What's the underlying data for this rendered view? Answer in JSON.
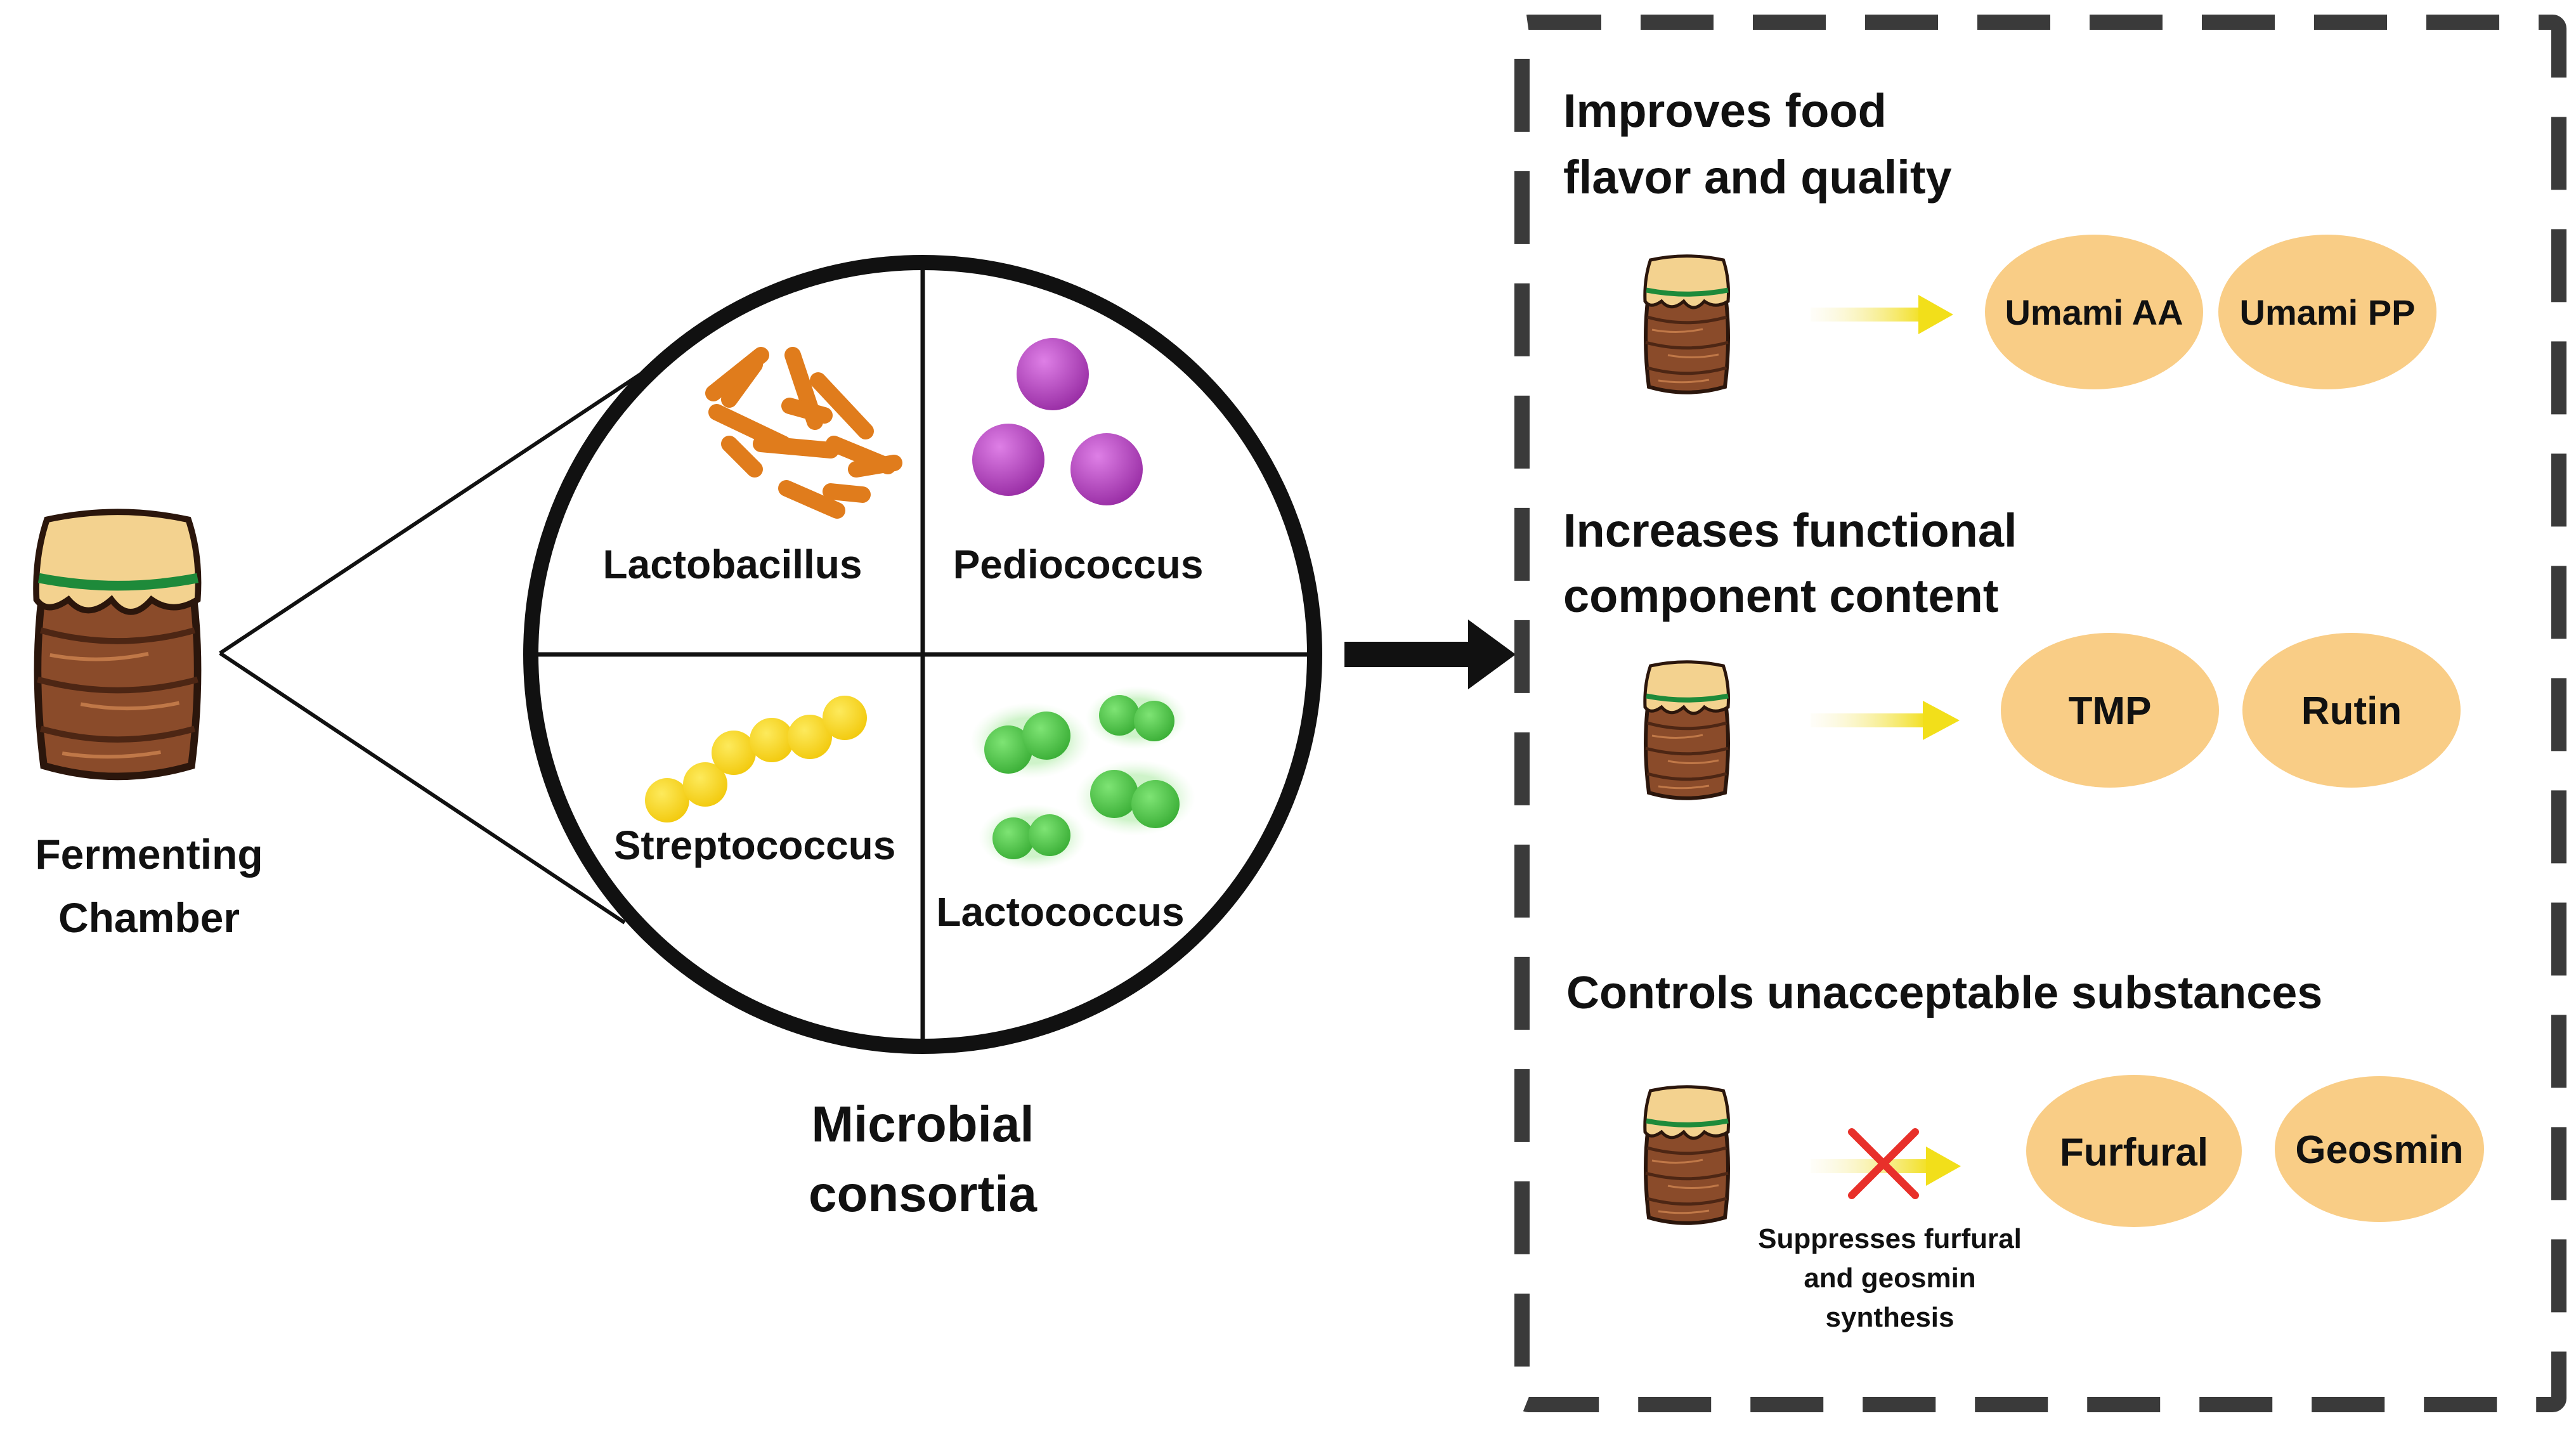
{
  "chamber": {
    "line1": "Fermenting",
    "line2": "Chamber"
  },
  "consortia": {
    "quadrants": [
      "Lactobacillus",
      "Pediococcus",
      "Streptococcus",
      "Lactococcus"
    ],
    "caption_line1": "Microbial",
    "caption_line2": "consortia"
  },
  "effects": [
    {
      "title_line1": "Improves food",
      "title_line2": "flavor and quality",
      "outputs": [
        "Umami AA",
        "Umami PP"
      ]
    },
    {
      "title_line1": "Increases functional",
      "title_line2": "component content",
      "outputs": [
        "TMP",
        "Rutin"
      ]
    },
    {
      "title_line1": "Controls unacceptable substances",
      "title_line2": "",
      "outputs": [
        "Furfural",
        "Geosmin"
      ],
      "note_lines": [
        "Suppresses furfural",
        "and geosmin",
        "synthesis"
      ]
    }
  ],
  "colors": {
    "lactobacillus": "#f0922e",
    "pediococcus": "#b545c0",
    "streptococcus": "#f7d72a",
    "lactococcus": "#56c94b",
    "output_oval": "#f9cd86",
    "barrel_wood": "#8a4b2a",
    "barrel_cloth": "#f3d28f",
    "barrel_band": "#1e8a3a",
    "inhibit_cross": "#e8302a",
    "arrow_gradient_end": "#f2df1a"
  },
  "icons": [
    "barrel-icon",
    "arrow-right-icon",
    "inhibit-cross-icon"
  ]
}
